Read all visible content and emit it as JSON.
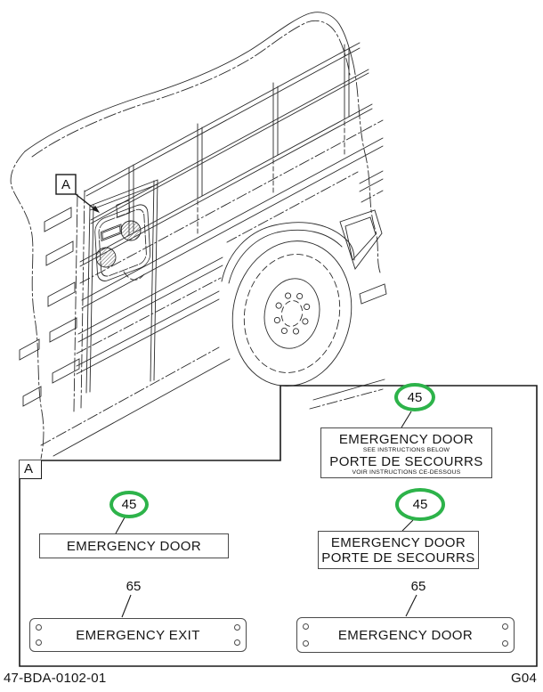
{
  "drawing": {
    "callout_label": "A"
  },
  "detail_panel": {
    "corner_label": "A"
  },
  "decals": {
    "instruction": {
      "ref": "45",
      "title_en": "EMERGENCY DOOR",
      "sub_en": "SEE INSTRUCTIONS BELOW",
      "title_fr": "PORTE DE SECOURRS",
      "sub_fr": "VOIR INSTRUCTIONS CE-DESSOUS"
    },
    "english_only": {
      "ref": "45",
      "title_en": "EMERGENCY DOOR"
    },
    "bilingual": {
      "ref": "45",
      "title_en": "EMERGENCY DOOR",
      "title_fr": "PORTE DE SECOURRS"
    },
    "exit_plate": {
      "ref": "65",
      "title": "EMERGENCY EXIT"
    },
    "door_plate": {
      "ref": "65",
      "title": "EMERGENCY DOOR"
    }
  },
  "footer": {
    "doc_number": "47-BDA-0102-01",
    "page_code": "G04"
  },
  "colors": {
    "highlight_green": "#2db34a",
    "line_color": "#2a2a2a"
  }
}
